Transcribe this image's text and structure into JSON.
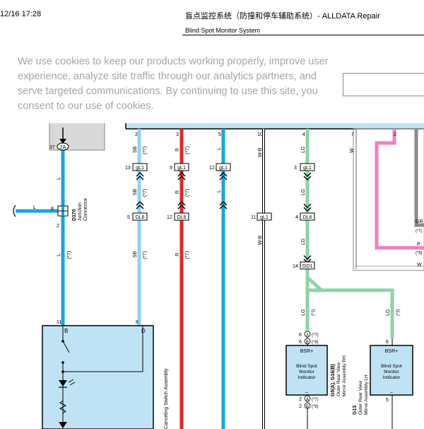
{
  "header": {
    "time": "12/16 17:28",
    "title": "盲点监控系统（防撞和停车辅助系统）- ALLDATA Repair",
    "subtitle": "Blind Spot Monitor System"
  },
  "cookie_banner": {
    "text": "We use cookies to keep our products working properly, improve user experience, analyze site traffic through our analytics partners, and serve targeted communications. By continuing to use this site, you consent to our use of cookies."
  },
  "colors": {
    "light_blue": "#1ba3e0",
    "sky_blue": "#8fd3f4",
    "red": "#e3262b",
    "green": "#8fd3a8",
    "pink": "#ee82c0",
    "gray": "#8a8a8a",
    "box_fill": "#bfe3f5"
  },
  "diagram": {
    "connector_2a": "2A",
    "pin_37": "37",
    "pin_8_jc": "8",
    "pin_2_jc": "2",
    "wire_l_side": "L",
    "wire_l": "L",
    "wire_l_star7": "(*7)",
    "jc_id": "D170",
    "jc_name": "Junction",
    "jc_name2": "Connector",
    "top_pins": [
      "2",
      "3",
      "5",
      "10",
      "4",
      "7"
    ],
    "wire_sb": "SB",
    "wire_r": "R",
    "wire_wb": "W-B",
    "wire_lg": "LG",
    "wire_w": "W",
    "star7": "(*7)",
    "star1": "(*1)",
    "star2": "(*2)",
    "star8": "(*8)",
    "conn_gl1": "gL1",
    "conn_dl6": "DL6",
    "conn_gd1": "GD1",
    "pin_13": "13",
    "pin_9": "9",
    "pin_12": "12",
    "pin_3": "3",
    "pin_5": "5",
    "pin_12b": "12",
    "pin_11": "11",
    "pin_4": "4",
    "pin_14": "14",
    "pin_11b": "11",
    "pin_8b": "8",
    "term_b": "B",
    "term_d": "D",
    "switch_assembly": "Canceling Switch Assembly",
    "wire_gr": "GR",
    "wire_p": "P",
    "wire_w2": "W",
    "star8b": "(*8)",
    "pin_6": "6",
    "pin_2": "2",
    "badge_a": "A",
    "badge_b": "B",
    "bsr_plus": "BSR+",
    "minus": "–",
    "indicator_line1": "Blind Spot",
    "indicator_line2": "Monitor",
    "indicator_line3": "Indicator",
    "g5_id": "G5(A), G16(B)",
    "g5_name1": "Outer Rear View",
    "g5_name2": "Mirror Assembly RH",
    "g13_id": "G13",
    "g13_name1": "Outer Rear View",
    "g13_name2": "Mirror Assembly LH",
    "pin_6b": "6",
    "pin_5b": "5"
  }
}
